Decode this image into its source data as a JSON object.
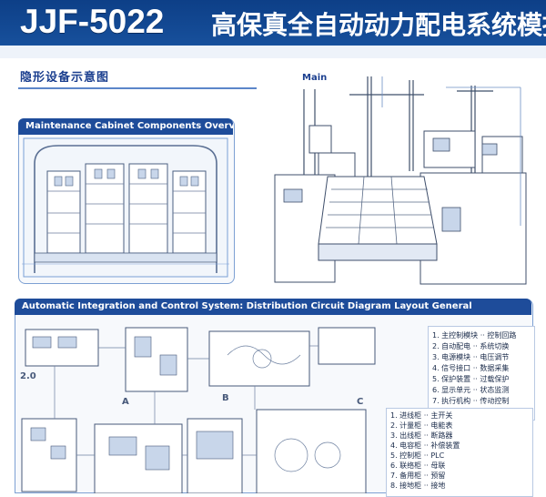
{
  "header": {
    "title": "JJF-5022",
    "subtitle": "高保真全自动动力配电系统模拟"
  },
  "top_label": "隐形设备示意图",
  "panel_top": {
    "title": "Maintenance Cabinet Components Overview"
  },
  "right_top_label": "Main",
  "panel_bottom": {
    "title": "Automatic Integration and Control System: Distribution Circuit Diagram Layout General"
  },
  "tag_left": "2.0",
  "small_labels": [
    "A",
    "B",
    "C"
  ],
  "notes_right_top": [
    "1. 主控制模块 ·· 控制回路",
    "2. 自动配电 ·· 系统切换",
    "3. 电源模块 ·· 电压调节",
    "4. 信号接口 ·· 数据采集",
    "5. 保护装置 ·· 过载保护",
    "6. 显示单元 ·· 状态监测",
    "7. 执行机构 ·· 传动控制"
  ],
  "notes_right_bottom": [
    "1. 进线柜 ·· 主开关",
    "2. 计量柜 ·· 电能表",
    "3. 出线柜 ·· 断路器",
    "4. 电容柜 ·· 补偿装置",
    "5. 控制柜 ·· PLC",
    "6. 联络柜 ·· 母联",
    "7. 备用柜 ·· 预留",
    "8. 接地柜 ·· 接地"
  ],
  "colors": {
    "header_bg": "#17509c",
    "panel_border": "#7da0d3",
    "line": "#4b5f80",
    "accent": "#1e4c9a"
  }
}
